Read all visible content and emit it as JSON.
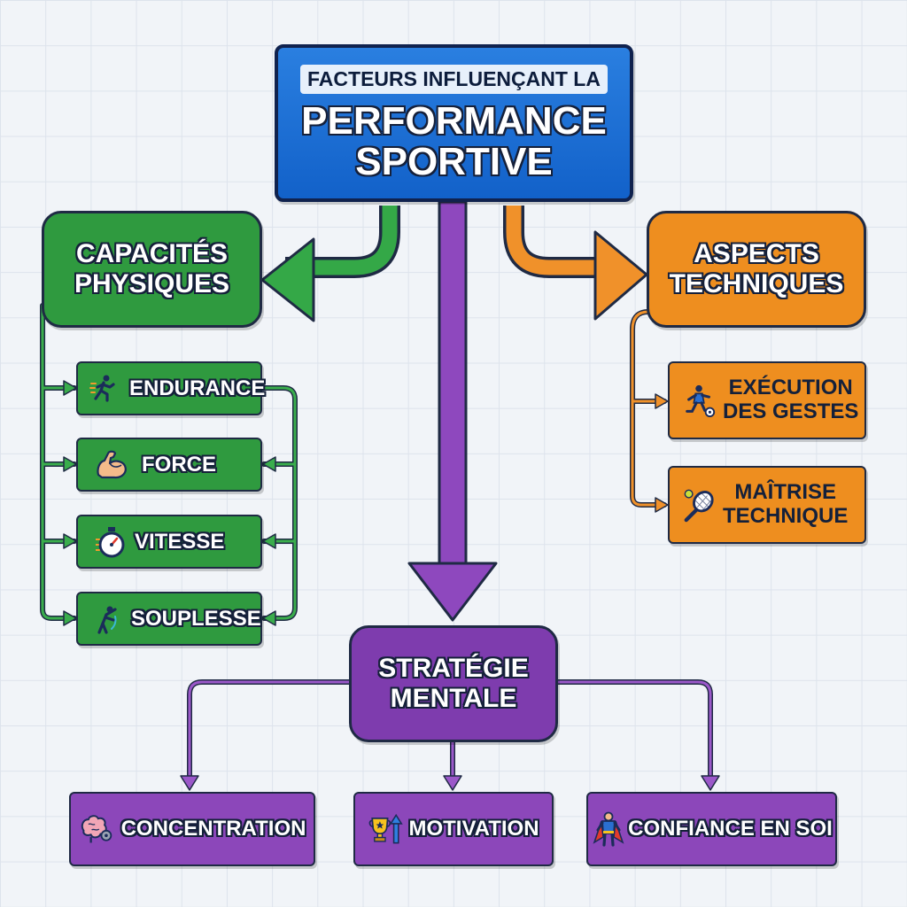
{
  "title": {
    "line1": "FACTEURS INFLUENÇANT LA",
    "line2": "PERFORMANCE\nSPORTIVE"
  },
  "categories": {
    "physical": {
      "label": "CAPACITÉS\nPHYSIQUES",
      "color": "#2f9a3f"
    },
    "technical": {
      "label": "ASPECTS\nTECHNIQUES",
      "color": "#ee8e1f"
    },
    "mental": {
      "label": "STRATÉGIE\nMENTALE",
      "color": "#8c47ba"
    }
  },
  "physical_items": [
    {
      "label": "ENDURANCE",
      "icon": "runner-icon"
    },
    {
      "label": "FORCE",
      "icon": "flexed-bicep-icon"
    },
    {
      "label": "VITESSE",
      "icon": "stopwatch-icon"
    },
    {
      "label": "SOUPLESSE",
      "icon": "stretching-person-icon"
    }
  ],
  "technical_items": [
    {
      "label": "EXÉCUTION\nDES GESTES",
      "icon": "soccer-player-icon"
    },
    {
      "label": "MAÎTRISE\nTECHNIQUE",
      "icon": "tennis-racket-icon"
    }
  ],
  "mental_items": [
    {
      "label": "CONCENTRATION",
      "icon": "brain-gear-icon"
    },
    {
      "label": "MOTIVATION",
      "icon": "trophy-arrow-icon"
    },
    {
      "label": "CONFIANCE EN SOI",
      "icon": "superhero-icon"
    }
  ]
}
